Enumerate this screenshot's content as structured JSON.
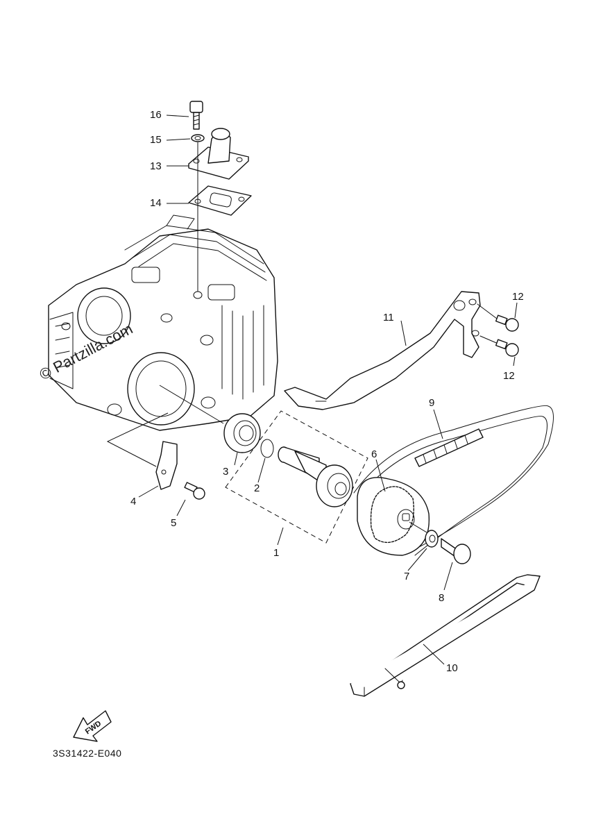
{
  "watermark": "© Partzilla.com",
  "diagram_code": "3S31422-E040",
  "fwd_label": "FWD",
  "callouts": {
    "c1": "1",
    "c2": "2",
    "c3": "3",
    "c4": "4",
    "c5": "5",
    "c6": "6",
    "c7": "7",
    "c8": "8",
    "c9": "9",
    "c10": "10",
    "c11": "11",
    "c12a": "12",
    "c12b": "12",
    "c13": "13",
    "c14": "14",
    "c15": "15",
    "c16": "16"
  }
}
